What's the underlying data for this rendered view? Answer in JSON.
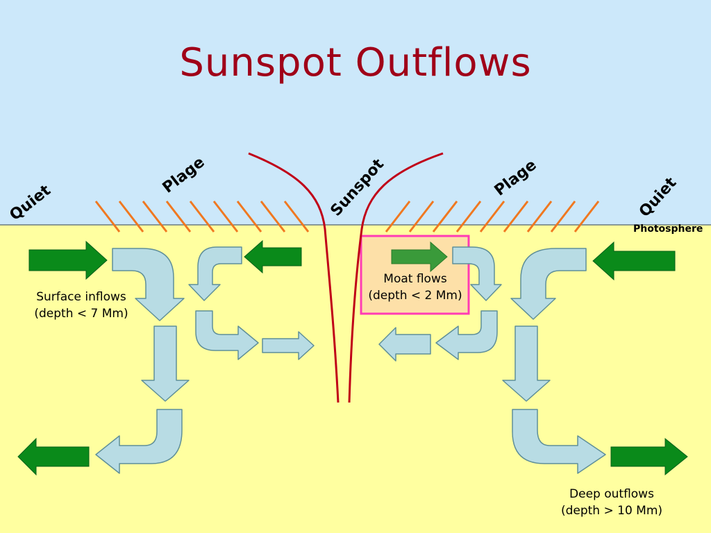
{
  "title": "Sunspot Outflows",
  "regions": {
    "quiet_left": "Quiet",
    "plage_left": "Plage",
    "sunspot": "Sunspot",
    "plage_right": "Plage",
    "quiet_right": "Quiet"
  },
  "photosphere_label": "Photosphere",
  "annotations": {
    "surface_inflows": {
      "line1": "Surface inflows",
      "line2": "(depth < 7 Mm)"
    },
    "moat_flows": {
      "line1": "Moat flows",
      "line2": "(depth < 2 Mm)"
    },
    "deep_outflows": {
      "line1": "Deep outflows",
      "line2": "(depth > 10 Mm)"
    }
  },
  "colors": {
    "sky": "#cce8fa",
    "interior": "#ffffa0",
    "title": "#a00018",
    "field_lines": "#c00018",
    "plage_hatch": "#f07820",
    "flow_arrow_fill": "#b8dce4",
    "flow_arrow_stroke": "#5f8f99",
    "green_arrow": "#0a8a1a",
    "moat_box_fill": "#fde0a8",
    "moat_box_border": "#ff3cb4",
    "moat_arrow": "#3a9a3a"
  }
}
